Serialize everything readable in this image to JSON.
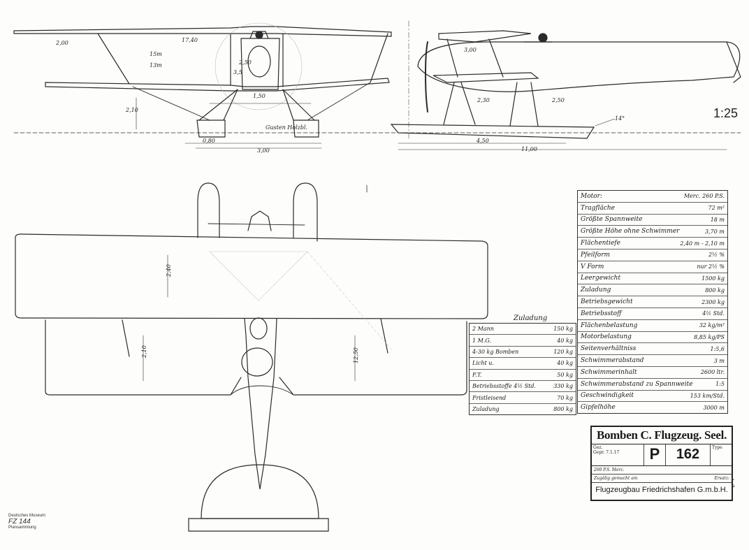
{
  "scale": "1:25",
  "front_view_dims": [
    "2,00",
    "17,40",
    "15m",
    "13m",
    "2,50",
    "3,5",
    "2,10",
    "1,50",
    "Gusten Holzbl.",
    "0,80",
    "3,00"
  ],
  "side_view_dims": [
    "3,00",
    "2,50",
    "2,30",
    "14°",
    "4,50",
    "11,00"
  ],
  "top_view_dims": [
    "2,40",
    "2,10",
    "12,50"
  ],
  "spec_table": [
    {
      "label": "Motor:",
      "value": "Merc. 260 P.S."
    },
    {
      "label": "Tragfläche",
      "value": "72 m²"
    },
    {
      "label": "Größte Spannweite",
      "value": "18 m"
    },
    {
      "label": "Größte Höhe ohne Schwimmer",
      "value": "3,70 m"
    },
    {
      "label": "Flächentiefe",
      "value": "2,40 m - 2,10 m"
    },
    {
      "label": "Pfeilform",
      "value": "2½ %"
    },
    {
      "label": "V Form",
      "value": "nur 2½ %"
    },
    {
      "label": "Leergewicht",
      "value": "1500 kg"
    },
    {
      "label": "Zuladung",
      "value": "800 kg"
    },
    {
      "label": "Betriebsgewicht",
      "value": "2300 kg"
    },
    {
      "label": "Betriebsstoff",
      "value": "4½ Std."
    },
    {
      "label": "Flächenbelastung",
      "value": "32 kg/m²"
    },
    {
      "label": "Motorbelastung",
      "value": "8,85 kg/PS"
    },
    {
      "label": "Seitenverhältniss",
      "value": "1:5,6"
    },
    {
      "label": "Schwimmerabstand",
      "value": "3 m"
    },
    {
      "label": "Schwimmerinhalt",
      "value": "2600 ltr."
    },
    {
      "label": "Schwimmerabstand zu Spannweite",
      "value": "1:5"
    },
    {
      "label": "Geschwindigkeit",
      "value": "153 km/Std."
    },
    {
      "label": "Gipfelhöhe",
      "value": "3000 m"
    }
  ],
  "payload_title": "Zuladung",
  "payload_table": [
    {
      "label": "2 Mann",
      "value": "150 kg"
    },
    {
      "label": "1 M.G.",
      "value": "40 kg"
    },
    {
      "label": "4-30 kg Bomben",
      "value": "120 kg"
    },
    {
      "label": "Licht u.",
      "value": "40 kg"
    },
    {
      "label": "F.T.",
      "value": "50 kg"
    },
    {
      "label": "Betriebsstoffe 4½ Std.",
      "value": "330 kg"
    },
    {
      "label": "Fristleisend",
      "value": "70 kg"
    },
    {
      "label": "Zuladung",
      "value": "800 kg"
    }
  ],
  "title_block": {
    "title": "Bomben C. Flugzeug. Seel.",
    "left_label_1": "Gez.",
    "left_label_2": "Gepr.",
    "date": "7.1.17",
    "letter": "P",
    "number": "162",
    "type_label": "Type",
    "engine": "260 P.S. Merc.",
    "made_for": "Zugälig gemacht am",
    "replace": "Ersatz:",
    "company": "Flugzeugbau Friedrichshafen G.m.b.H."
  },
  "museum_stamp": {
    "line1": "Deutsches Museum",
    "code": "FZ 144",
    "line2": "Plansammlung"
  },
  "margin_note": "Abg."
}
